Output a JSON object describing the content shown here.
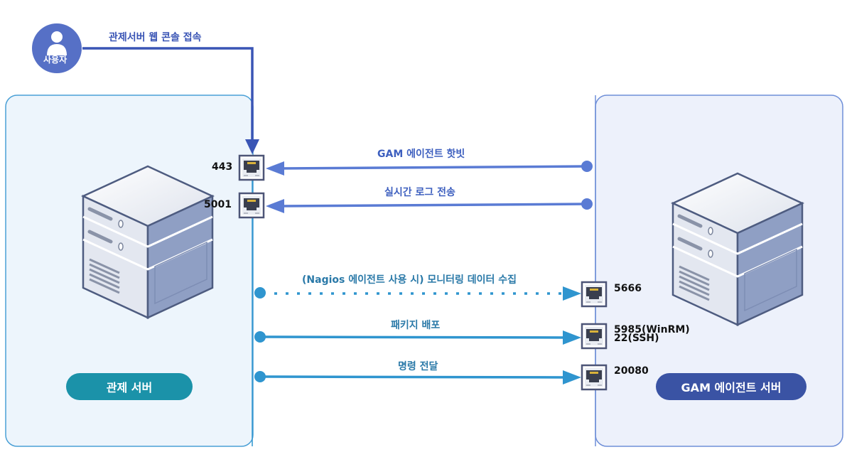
{
  "user": {
    "label": "사용자",
    "icon": "user-icon"
  },
  "web_console_label": "관제서버 웹 콘솔 접속",
  "left_server": {
    "label": "관제 서버",
    "icon": "server-icon"
  },
  "right_server": {
    "label": "GAM 에이전트 서버",
    "icon": "server-icon"
  },
  "left_ports": [
    {
      "number": "443",
      "icon": "ethernet-port-icon"
    },
    {
      "number": "5001",
      "icon": "ethernet-port-icon"
    }
  ],
  "right_ports": [
    {
      "number": "5666",
      "icon": "ethernet-port-icon"
    },
    {
      "number": "5985(WinRM)",
      "number2": "22(SSH)",
      "icon": "ethernet-port-icon"
    },
    {
      "number": "20080",
      "icon": "ethernet-port-icon"
    }
  ],
  "flows": [
    {
      "label": "GAM 에이전트 핫빗",
      "direction": "right-to-left",
      "target_port": "443",
      "style": "solid"
    },
    {
      "label": "실시간 로그 전송",
      "direction": "right-to-left",
      "target_port": "5001",
      "style": "solid"
    },
    {
      "label": "(Nagios 에이전트 사용 시) 모니터링 데이터 수집",
      "direction": "left-to-right",
      "target_port": "5666",
      "style": "dotted"
    },
    {
      "label": "패키지 배포",
      "direction": "left-to-right",
      "target_port": "5985(WinRM) / 22(SSH)",
      "style": "solid"
    },
    {
      "label": "명령 전달",
      "direction": "left-to-right",
      "target_port": "20080",
      "style": "solid"
    }
  ],
  "colors": {
    "user_circle": "#5670c6",
    "web_console_line": "#3a55b5",
    "inbound_line": "#5a7bd4",
    "outbound_line": "#2f95cf",
    "left_panel_fill": "#edf5fc",
    "left_panel_border": "#4aa0d6",
    "right_panel_fill": "#edf1fb",
    "right_panel_border": "#6f8fd8",
    "left_pill": "#1b92a9",
    "right_pill": "#3a53a4"
  }
}
